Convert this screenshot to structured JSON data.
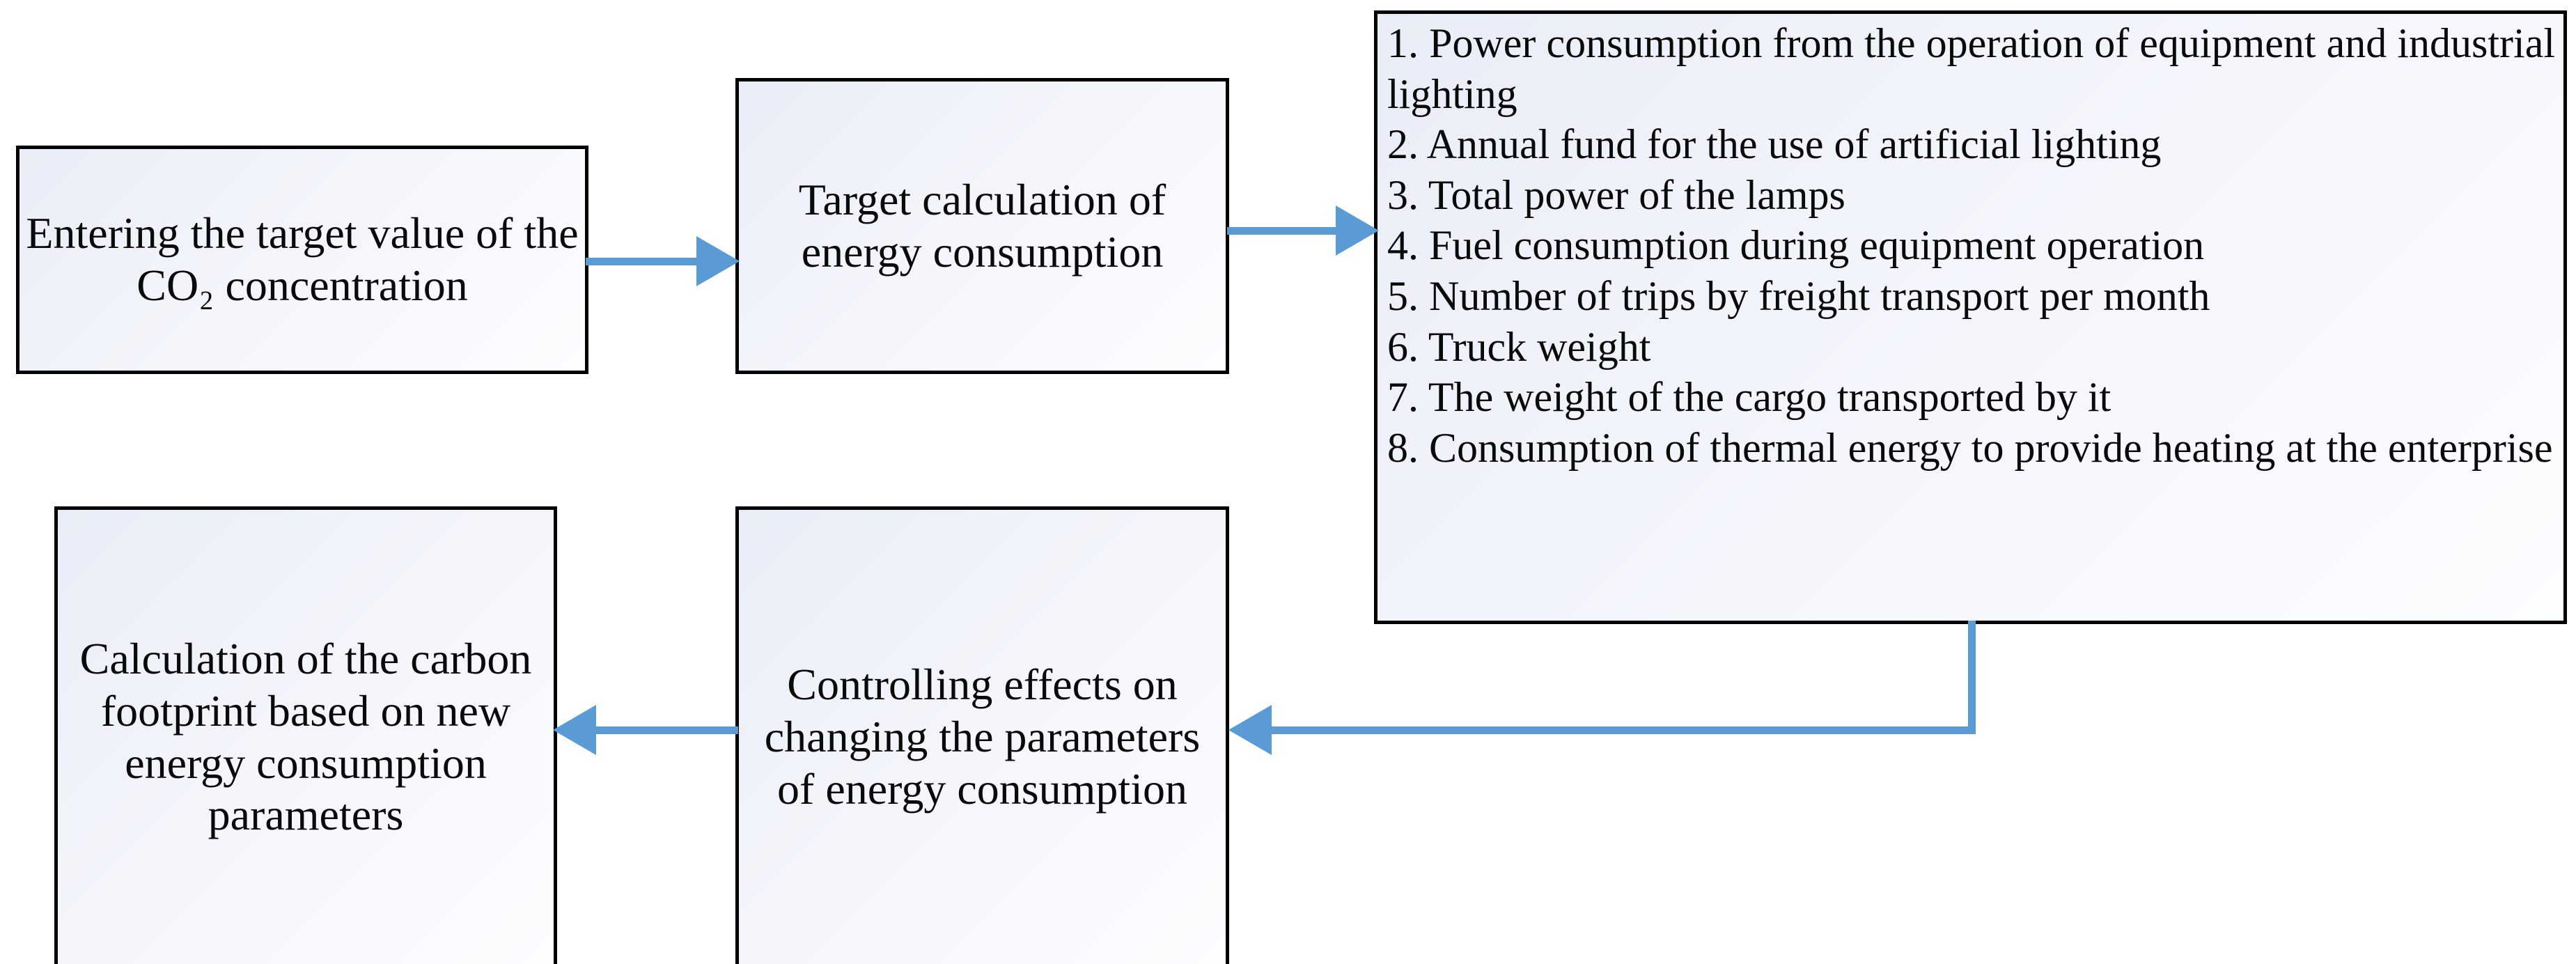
{
  "diagram": {
    "title": "Carbon footprint calculation flowchart",
    "accent_color": "#5b9bd5",
    "border_color": "#000000",
    "box_fill_start": "#e9edf7",
    "box_fill_end": "#fcfdff"
  },
  "nodes": {
    "co2_input": {
      "label": "Entering the target value of the CO₂ concentration"
    },
    "target_calc": {
      "label": "Target calculation of energy consumption"
    },
    "controlling": {
      "label": "Controlling effects on changing the parameters of energy consumption"
    },
    "carbon_calc": {
      "label": "Calculation of the carbon footprint based on new energy consumption parameters"
    }
  },
  "parameter_list": {
    "items": [
      "1.  Power consumption from the operation of equipment and industrial lighting",
      "2.  Annual fund for the use of artificial lighting",
      "3. Total power of the lamps",
      "4. Fuel consumption during equipment operation",
      "5. Number of trips by freight transport per month",
      "6. Truck weight",
      "7. The weight of the cargo transported by it",
      "8.  Consumption of thermal energy to provide heating at the enterprise"
    ]
  },
  "connectors": [
    {
      "name": "co2-input-to-target-calc",
      "from": "co2_input",
      "to": "target_calc",
      "direction": "right"
    },
    {
      "name": "target-calc-to-parameter-list",
      "from": "target_calc",
      "to": "parameter_list",
      "direction": "right"
    },
    {
      "name": "parameter-list-to-controlling",
      "from": "parameter_list",
      "to": "controlling",
      "direction": "left-elbow"
    },
    {
      "name": "controlling-to-carbon-calc",
      "from": "controlling",
      "to": "carbon_calc",
      "direction": "left"
    }
  ]
}
